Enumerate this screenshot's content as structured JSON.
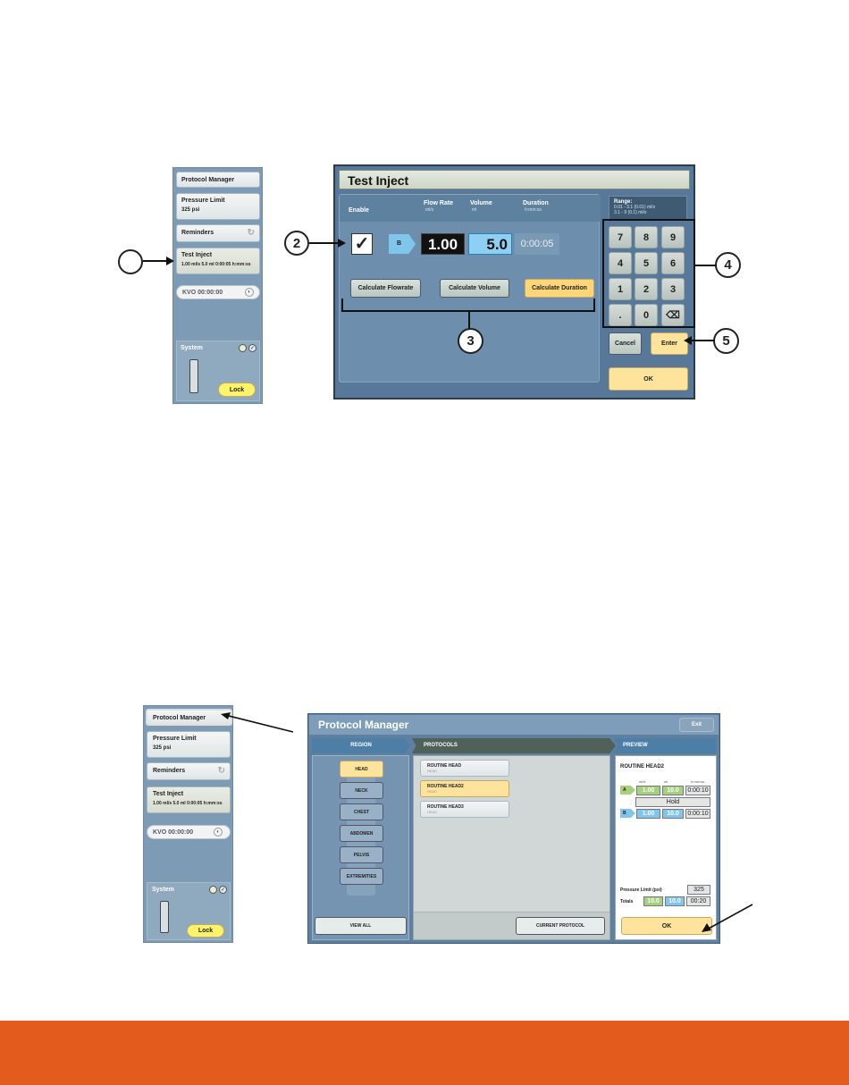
{
  "top": {
    "sidebar": {
      "protocol_manager": "Protocol Manager",
      "pressure_limit_label": "Pressure Limit",
      "pressure_limit_value": "325 psi",
      "reminders": "Reminders",
      "test_inject": "Test Inject",
      "test_inject_detail": "1.00 ml/s 5.0 ml 0:00:05 h:mm:ss",
      "kvo": "KVO 00:00:00",
      "system": "System",
      "lock": "Lock"
    },
    "dialog": {
      "title": "Test Inject",
      "enable": "Enable",
      "flow_rate_label": "Flow Rate",
      "flow_rate_unit": "ml/s",
      "volume_label": "Volume",
      "volume_unit": "ml",
      "duration_label": "Duration",
      "duration_unit": "h:mm:ss",
      "check": "✓",
      "syringe": "B",
      "flow_value": "1.00",
      "volume_value": "5.0",
      "duration_value": "0:00:05",
      "calc_flowrate": "Calculate Flowrate",
      "calc_volume": "Calculate Volume",
      "calc_duration": "Calculate Duration",
      "range_label": "Range:",
      "range_line1": "0.01 - 3.1 (0.01) ml/s",
      "range_line2": "3.1 - 9 (0.1) ml/s",
      "keys": [
        "7",
        "8",
        "9",
        "4",
        "5",
        "6",
        "1",
        "2",
        "3",
        ".",
        "0",
        "⌫"
      ],
      "cancel": "Cancel",
      "enter": "Enter",
      "ok": "OK"
    },
    "callouts": [
      "2",
      "3",
      "4",
      "5"
    ]
  },
  "bottom": {
    "sidebar": {
      "protocol_manager": "Protocol Manager",
      "pressure_limit_label": "Pressure Limit",
      "pressure_limit_value": "325 psi",
      "reminders": "Reminders",
      "test_inject": "Test Inject",
      "test_inject_detail": "1.00 ml/s 5.0 ml 0:00:05 h:mm:ss",
      "kvo": "KVO 00:00:00",
      "system": "System",
      "lock": "Lock"
    },
    "manager": {
      "title": "Protocol Manager",
      "exit": "Exit",
      "region_header": "REGION",
      "protocols_header": "PROTOCOLS",
      "preview_header": "PREVIEW",
      "regions": [
        "HEAD",
        "NECK",
        "CHEST",
        "ABDOMEN",
        "PELVIS",
        "EXTREMITIES"
      ],
      "view_all": "VIEW ALL",
      "protocols": [
        {
          "name": "ROUTINE HEAD",
          "sub": "HEAD"
        },
        {
          "name": "ROUTINE HEAD2",
          "sub": "HEAD"
        },
        {
          "name": "ROUTINE HEAD3",
          "sub": "HEAD"
        }
      ],
      "current_protocol": "CURRENT PROTOCOL",
      "preview": {
        "name": "ROUTINE HEAD2",
        "col_flow": "ml/s",
        "col_vol": "ml",
        "col_dur": "h:mm:ss",
        "row_a_label": "A",
        "row_a_flow": "1.00",
        "row_a_vol": "10.0",
        "row_a_dur": "0:00:10",
        "hold": "Hold",
        "row_b_label": "B",
        "row_b_flow": "1.00",
        "row_b_vol": "10.0",
        "row_b_dur": "0:00:10",
        "pressure_label": "Pressure Limit (psi)",
        "pressure_value": "325",
        "totals_label": "Totals",
        "total_a": "10.0",
        "total_b": "10.0",
        "total_dur": "00:20",
        "ok": "OK"
      }
    }
  },
  "colors": {
    "footer": "#e35b1d",
    "yellow_button": "#fde39b",
    "syringe_b": "#7fc6ea",
    "syringe_a": "#a5d07c"
  }
}
